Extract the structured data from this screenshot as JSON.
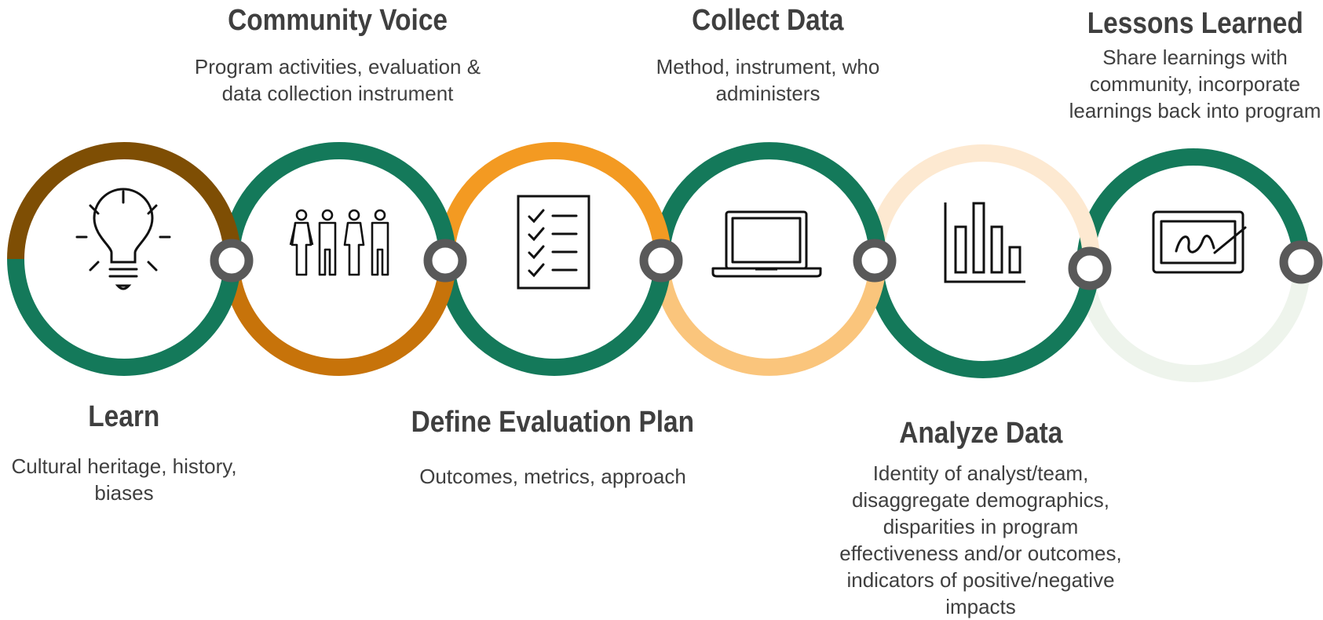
{
  "colors": {
    "green": "#14795a",
    "dark_brown": "#7e4e04",
    "orange_brown": "#c7730a",
    "orange": "#f39a22",
    "light_orange": "#fac57c",
    "pale_orange": "#fde9d1",
    "pale_green": "#eef4ec",
    "connector": "#595959"
  },
  "steps": [
    {
      "title": "Learn",
      "description": [
        "Cultural heritage, history,",
        "biases"
      ],
      "icon": "lightbulb-icon",
      "position": "below"
    },
    {
      "title": "Community Voice",
      "description": [
        "Program activities, evaluation &",
        "data collection instrument"
      ],
      "icon": "people-group-icon",
      "position": "above"
    },
    {
      "title": "Define Evaluation Plan",
      "description": [
        "Outcomes, metrics, approach"
      ],
      "icon": "checklist-icon",
      "position": "below"
    },
    {
      "title": "Collect Data",
      "description": [
        "Method, instrument, who",
        "administers"
      ],
      "icon": "laptop-icon",
      "position": "above"
    },
    {
      "title": "Analyze Data",
      "description": [
        "Identity of analyst/team,",
        "disaggregate demographics,",
        "disparities in program",
        "effectiveness and/or outcomes,",
        "indicators of positive/negative",
        "impacts"
      ],
      "icon": "bar-chart-icon",
      "position": "below"
    },
    {
      "title": "Lessons Learned",
      "description": [
        "Share learnings with",
        "community, incorporate",
        "learnings back into program"
      ],
      "icon": "signature-pad-icon",
      "position": "above"
    }
  ]
}
